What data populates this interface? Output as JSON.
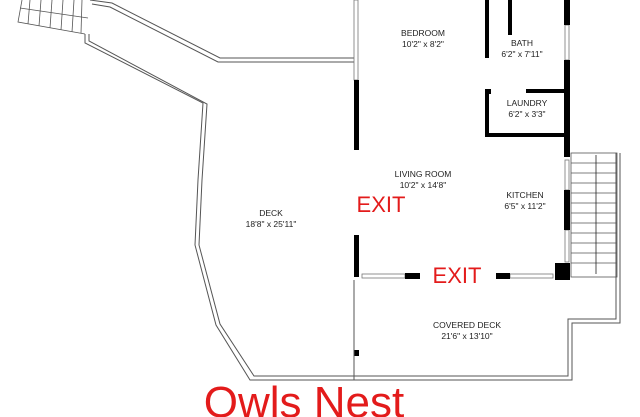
{
  "title": "Owls Nest",
  "exit_label": "EXIT",
  "rooms": [
    {
      "name": "BEDROOM",
      "size": "10'2\" x 8'2\""
    },
    {
      "name": "BATH",
      "size": "6'2\" x 7'11\""
    },
    {
      "name": "LAUNDRY",
      "size": "6'2\" x 3'3\""
    },
    {
      "name": "LIVING ROOM",
      "size": "10'2\" x 14'8\""
    },
    {
      "name": "KITCHEN",
      "size": "6'5\" x 11'2\""
    },
    {
      "name": "DECK",
      "size": "18'8\" x 25'11\""
    },
    {
      "name": "COVERED DECK",
      "size": "21'6\" x 13'10\""
    }
  ],
  "colors": {
    "accent": "#e31b1b",
    "wall": "#000000",
    "line": "#555555"
  }
}
